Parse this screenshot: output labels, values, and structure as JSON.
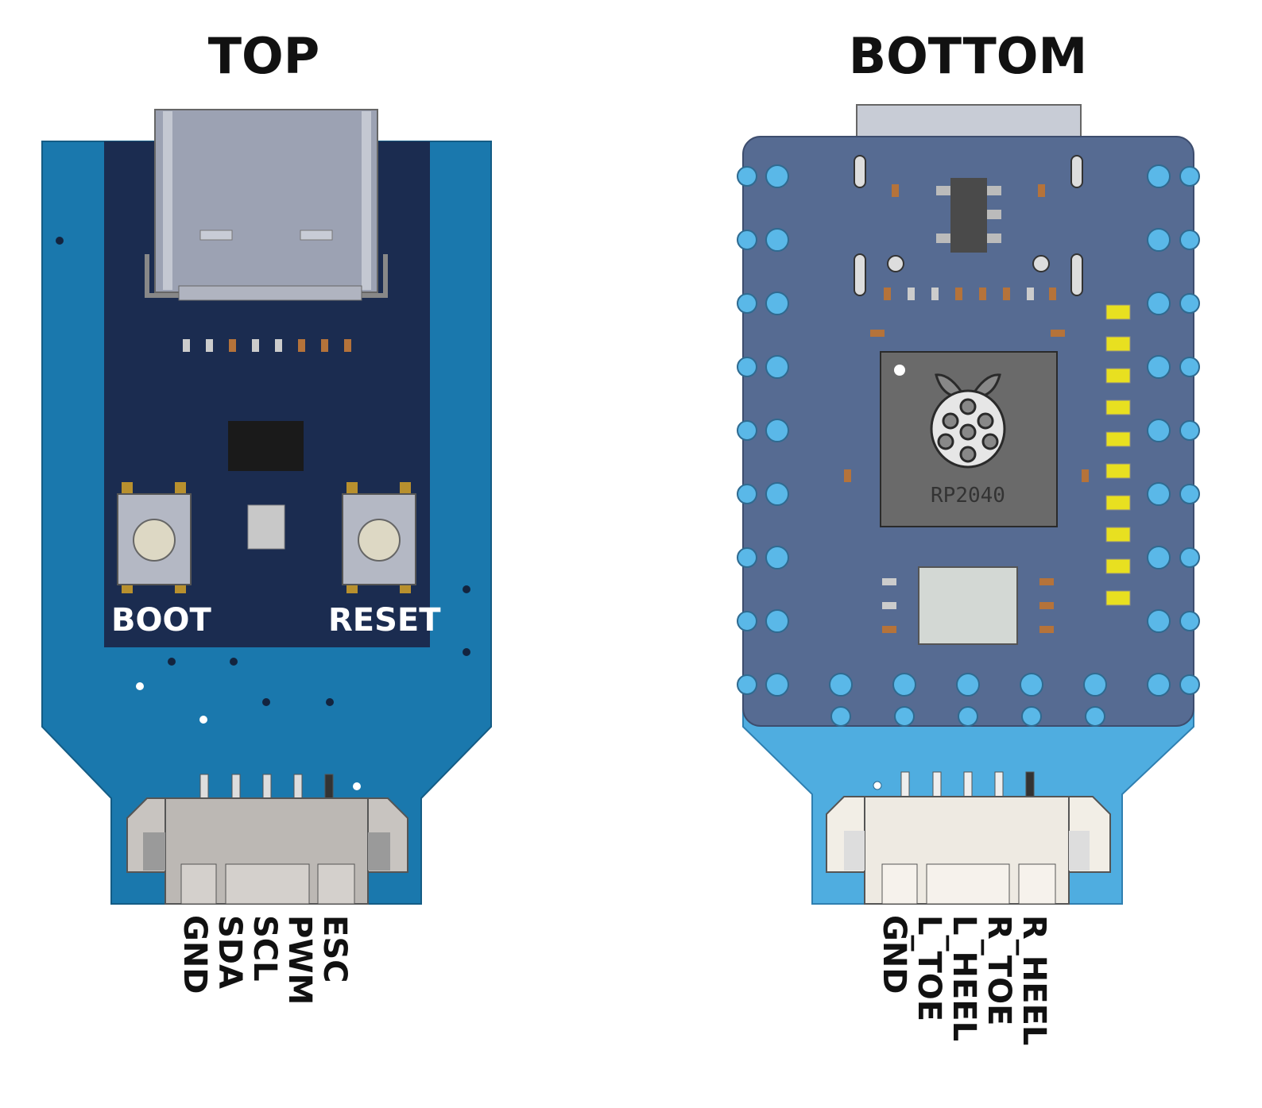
{
  "top": {
    "title": "TOP",
    "buttons": {
      "boot": "BOOT",
      "reset": "RESET"
    },
    "pins": [
      "GND",
      "SDA",
      "SCL",
      "PWM",
      "ESC"
    ]
  },
  "bottom": {
    "title": "BOTTOM",
    "chip_label": "RP2040",
    "pins": [
      "GND",
      "L_TOE",
      "L_HEEL",
      "R_TOE",
      "R_HEEL"
    ]
  },
  "colors": {
    "top_outer": "#1a78ad",
    "top_inner": "#1b2c50",
    "bottom_board": "#566b92",
    "bottom_tail": "#4fade0",
    "pad_yellow": "#e8e020"
  }
}
